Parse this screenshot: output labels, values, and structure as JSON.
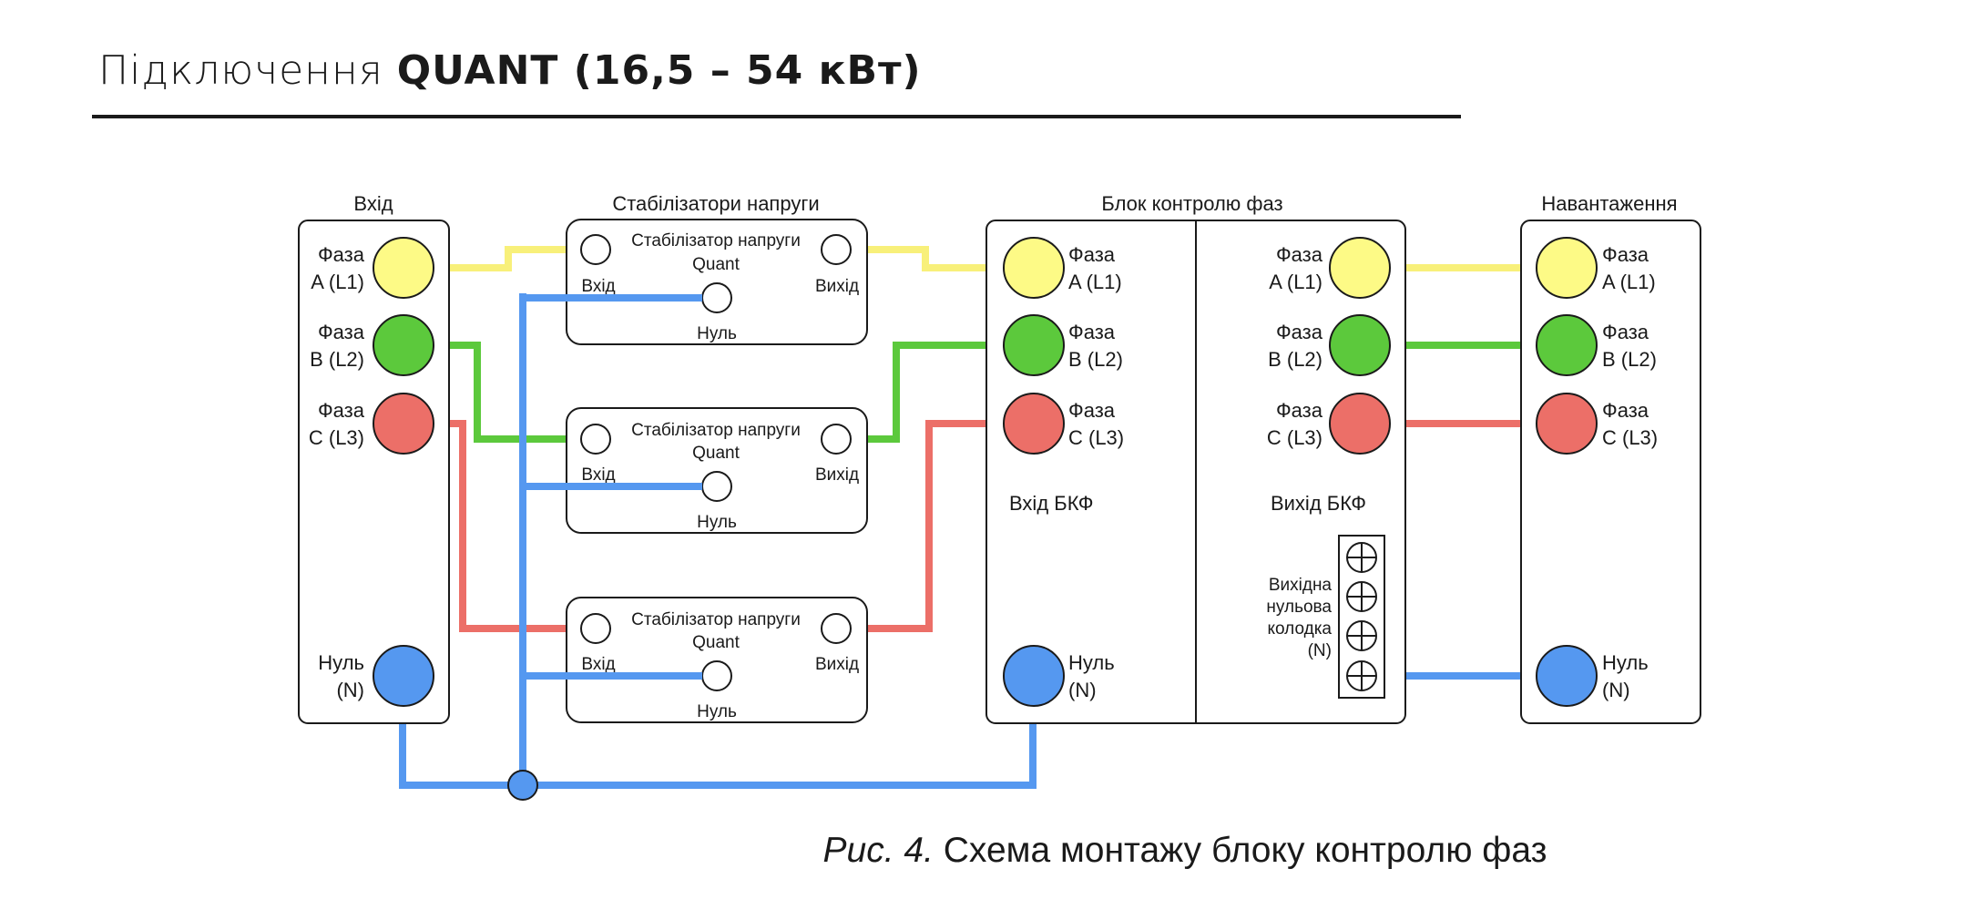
{
  "title": {
    "prefix": "Підключення ",
    "product": "QUANT (16,5 – 54 кВт)"
  },
  "caption": {
    "fig": "Рис. 4.",
    "text": " Схема монтажу блоку контролю фаз"
  },
  "colors": {
    "phase_a": "#fdfa86",
    "phase_b": "#5cc93c",
    "phase_c": "#ec6f68",
    "neutral": "#5598f0",
    "wire_a": "#f8f07a",
    "wire_b": "#5cc93c",
    "wire_c": "#ec6f68",
    "wire_n": "#5598f0"
  },
  "panels": {
    "input": {
      "heading": "Вхід",
      "phase_a": [
        "Фаза",
        "A (L1)"
      ],
      "phase_b": [
        "Фаза",
        "B (L2)"
      ],
      "phase_c": [
        "Фаза",
        "C (L3)"
      ],
      "neutral": [
        "Нуль",
        "(N)"
      ]
    },
    "stabilizers": {
      "heading": "Стабілізатори напруги",
      "unit_title": [
        "Стабілізатор напруги",
        "Quant"
      ],
      "in_label": "Вхід",
      "out_label": "Вихід",
      "neutral_label": "Нуль"
    },
    "bkf": {
      "heading": "Блок контролю фаз",
      "in": {
        "phase_a": [
          "Фаза",
          "A (L1)"
        ],
        "phase_b": [
          "Фаза",
          "B (L2)"
        ],
        "phase_c": [
          "Фаза",
          "C (L3)"
        ],
        "neutral": [
          "Нуль",
          "(N)"
        ],
        "label": "Вхід БКФ"
      },
      "out": {
        "phase_a": [
          "Фаза",
          "A (L1)"
        ],
        "phase_b": [
          "Фаза",
          "B (L2)"
        ],
        "phase_c": [
          "Фаза",
          "C (L3)"
        ],
        "label": "Вихід БКФ",
        "terminal": [
          "Вихідна",
          "нульова",
          "колодка",
          "(N)"
        ]
      }
    },
    "load": {
      "heading": "Навантаження",
      "phase_a": [
        "Фаза",
        "A (L1)"
      ],
      "phase_b": [
        "Фаза",
        "B (L2)"
      ],
      "phase_c": [
        "Фаза",
        "C (L3)"
      ],
      "neutral": [
        "Нуль",
        "(N)"
      ]
    }
  }
}
